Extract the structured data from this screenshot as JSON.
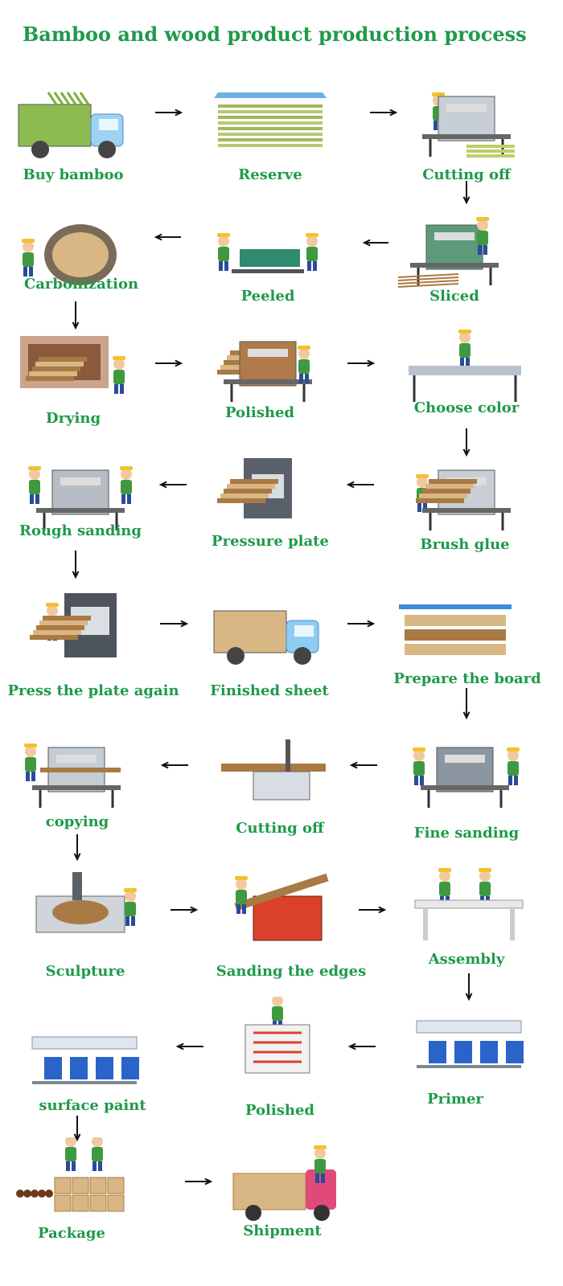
{
  "title": "Bamboo and wood product production process",
  "steps": [
    {
      "label": "Buy bamboo",
      "icon": "truck-bamboo-icon"
    },
    {
      "label": "Reserve",
      "icon": "bamboo-storage-icon"
    },
    {
      "label": "Cutting off",
      "icon": "worker-cutting-icon"
    },
    {
      "label": "Sliced",
      "icon": "slicing-machine-icon"
    },
    {
      "label": "Peeled",
      "icon": "peeling-machine-icon"
    },
    {
      "label": "Carbonization",
      "icon": "carbonization-kiln-icon"
    },
    {
      "label": "Drying",
      "icon": "drying-room-icon"
    },
    {
      "label": "Polished",
      "icon": "polishing-machine-icon"
    },
    {
      "label": "Choose color",
      "icon": "sorting-table-icon"
    },
    {
      "label": "Brush glue",
      "icon": "glue-machine-icon"
    },
    {
      "label": "Pressure plate",
      "icon": "press-machine-icon"
    },
    {
      "label": "Rough sanding",
      "icon": "sanding-machine-icon"
    },
    {
      "label": "Press the plate again",
      "icon": "hot-press-icon"
    },
    {
      "label": "Finished sheet",
      "icon": "sheet-truck-icon"
    },
    {
      "label": "Prepare the board",
      "icon": "board-rack-icon"
    },
    {
      "label": "Fine sanding",
      "icon": "fine-sanding-icon"
    },
    {
      "label": "Cutting off",
      "icon": "panel-saw-icon"
    },
    {
      "label": "copying",
      "icon": "copying-router-icon"
    },
    {
      "label": "Sculpture",
      "icon": "cnc-engraver-icon"
    },
    {
      "label": "Sanding the edges",
      "icon": "edge-sander-icon"
    },
    {
      "label": "Assembly",
      "icon": "assembly-table-icon"
    },
    {
      "label": "Primer",
      "icon": "primer-line-icon"
    },
    {
      "label": "Polished",
      "icon": "polishing-rack-icon"
    },
    {
      "label": "surface paint",
      "icon": "paint-line-icon"
    },
    {
      "label": "Package",
      "icon": "packaging-icon"
    },
    {
      "label": "Shipment",
      "icon": "shipment-truck-icon"
    }
  ]
}
